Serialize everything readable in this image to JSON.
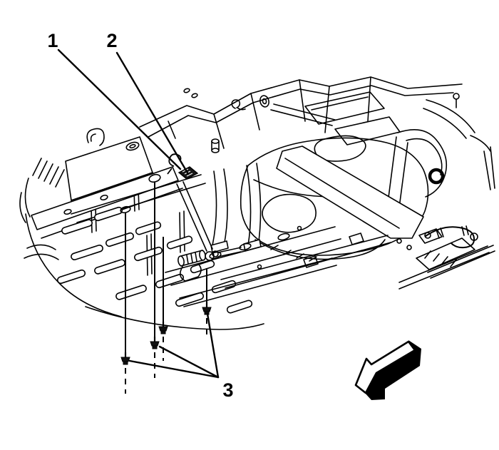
{
  "figure": {
    "type": "technical-line-illustration",
    "description": "Vehicle underbody view with fuel tank, floor pan and numbered callouts",
    "background_color": "#ffffff",
    "line_color": "#000000",
    "callouts": [
      {
        "label": "1"
      },
      {
        "label": "2"
      },
      {
        "label": "3"
      }
    ],
    "fastener_count": 4,
    "direction_arrow": "points-lower-left"
  }
}
